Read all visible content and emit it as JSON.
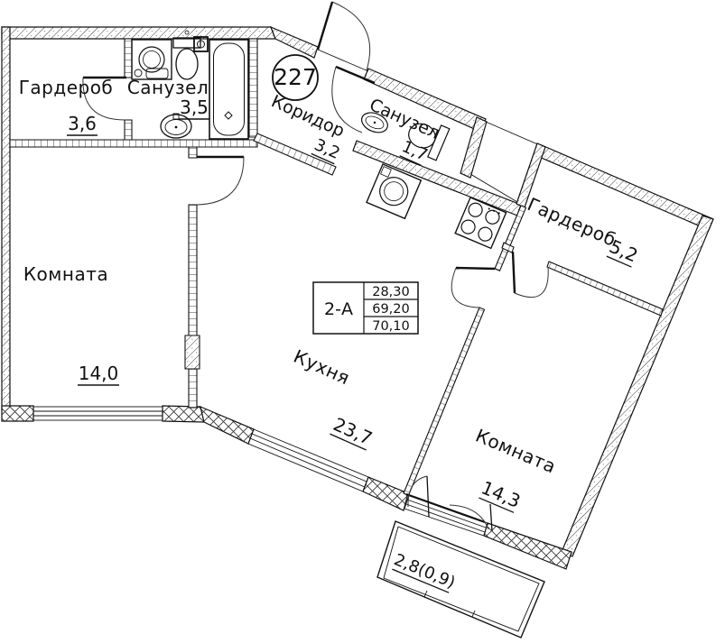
{
  "plan": {
    "apartment_number": "227",
    "table": {
      "type": "2-А",
      "row1": "28,30",
      "row2": "69,20",
      "row3": "70,10"
    },
    "rooms": {
      "wardrobe_top": {
        "name": "Гардероб",
        "area": "3,6"
      },
      "bathroom_big": {
        "name": "Санузел",
        "area": "3,5"
      },
      "corridor": {
        "name": "Коридор",
        "area": "3,2"
      },
      "bathroom_small": {
        "name": "Санузел",
        "area": "1,7"
      },
      "wardrobe_right": {
        "name": "Гардероб",
        "area": "5,2"
      },
      "room_left": {
        "name": "Комната",
        "area": "14,0"
      },
      "kitchen": {
        "name": "Кухня",
        "area": "23,7"
      },
      "room_right": {
        "name": "Комната",
        "area": "14,3"
      },
      "balcony": {
        "area": "2,8(0,9)"
      }
    }
  }
}
